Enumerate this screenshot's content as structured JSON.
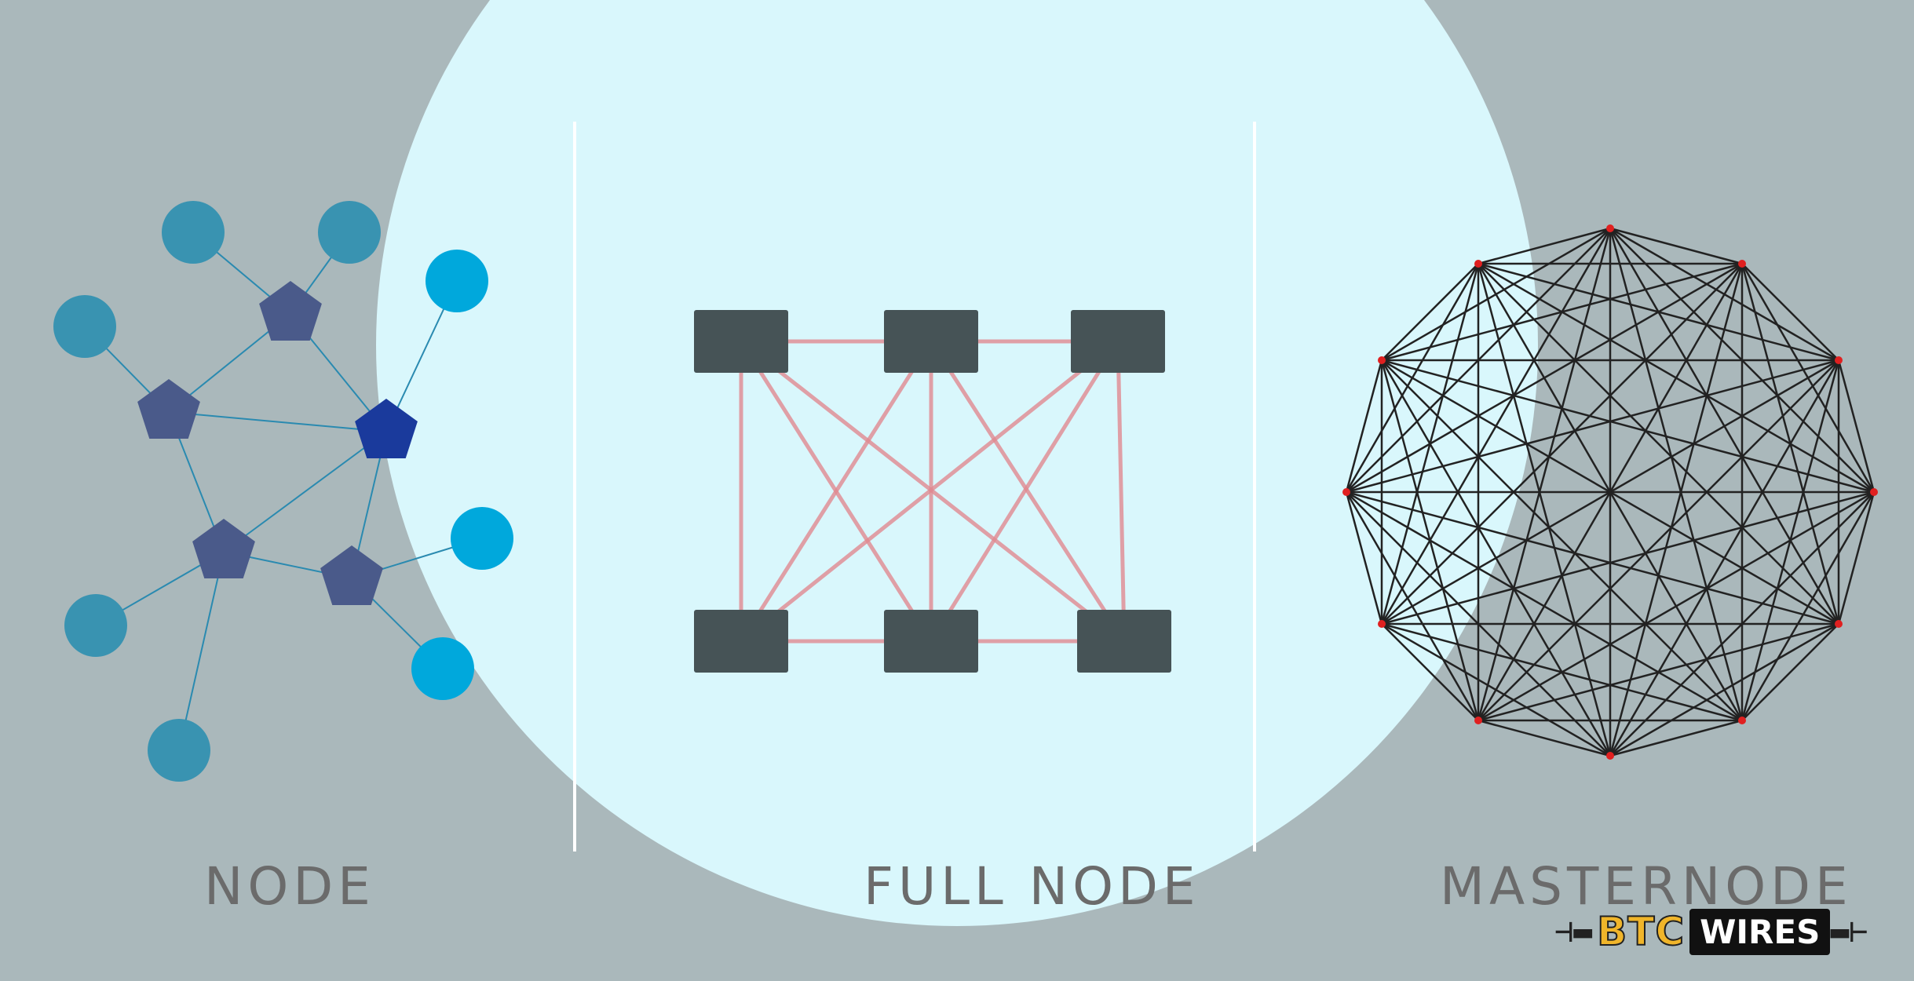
{
  "labels": {
    "node": "NODE",
    "full_node": "FULL NODE",
    "masternode": "MASTERNODE"
  },
  "logo": {
    "btc": "BTC",
    "wires": "WIRES"
  },
  "colors": {
    "background_gray": "#aab8bb",
    "light_cyan": "#d9f7fc",
    "divider_white": "#ffffff",
    "teal_node": "#3993b1",
    "bright_node": "#00a8dc",
    "pentagon": "#4a5a8a",
    "pentagon_highlight": "#1a3a9c",
    "node_link": "#2a8ab0",
    "server_box": "#465356",
    "full_node_link": "#e08890",
    "mesh_line": "#222222",
    "mesh_vertex": "#e02020",
    "logo_yellow": "#f0b52a"
  },
  "icons": [
    "plug-icon",
    "socket-icon"
  ]
}
